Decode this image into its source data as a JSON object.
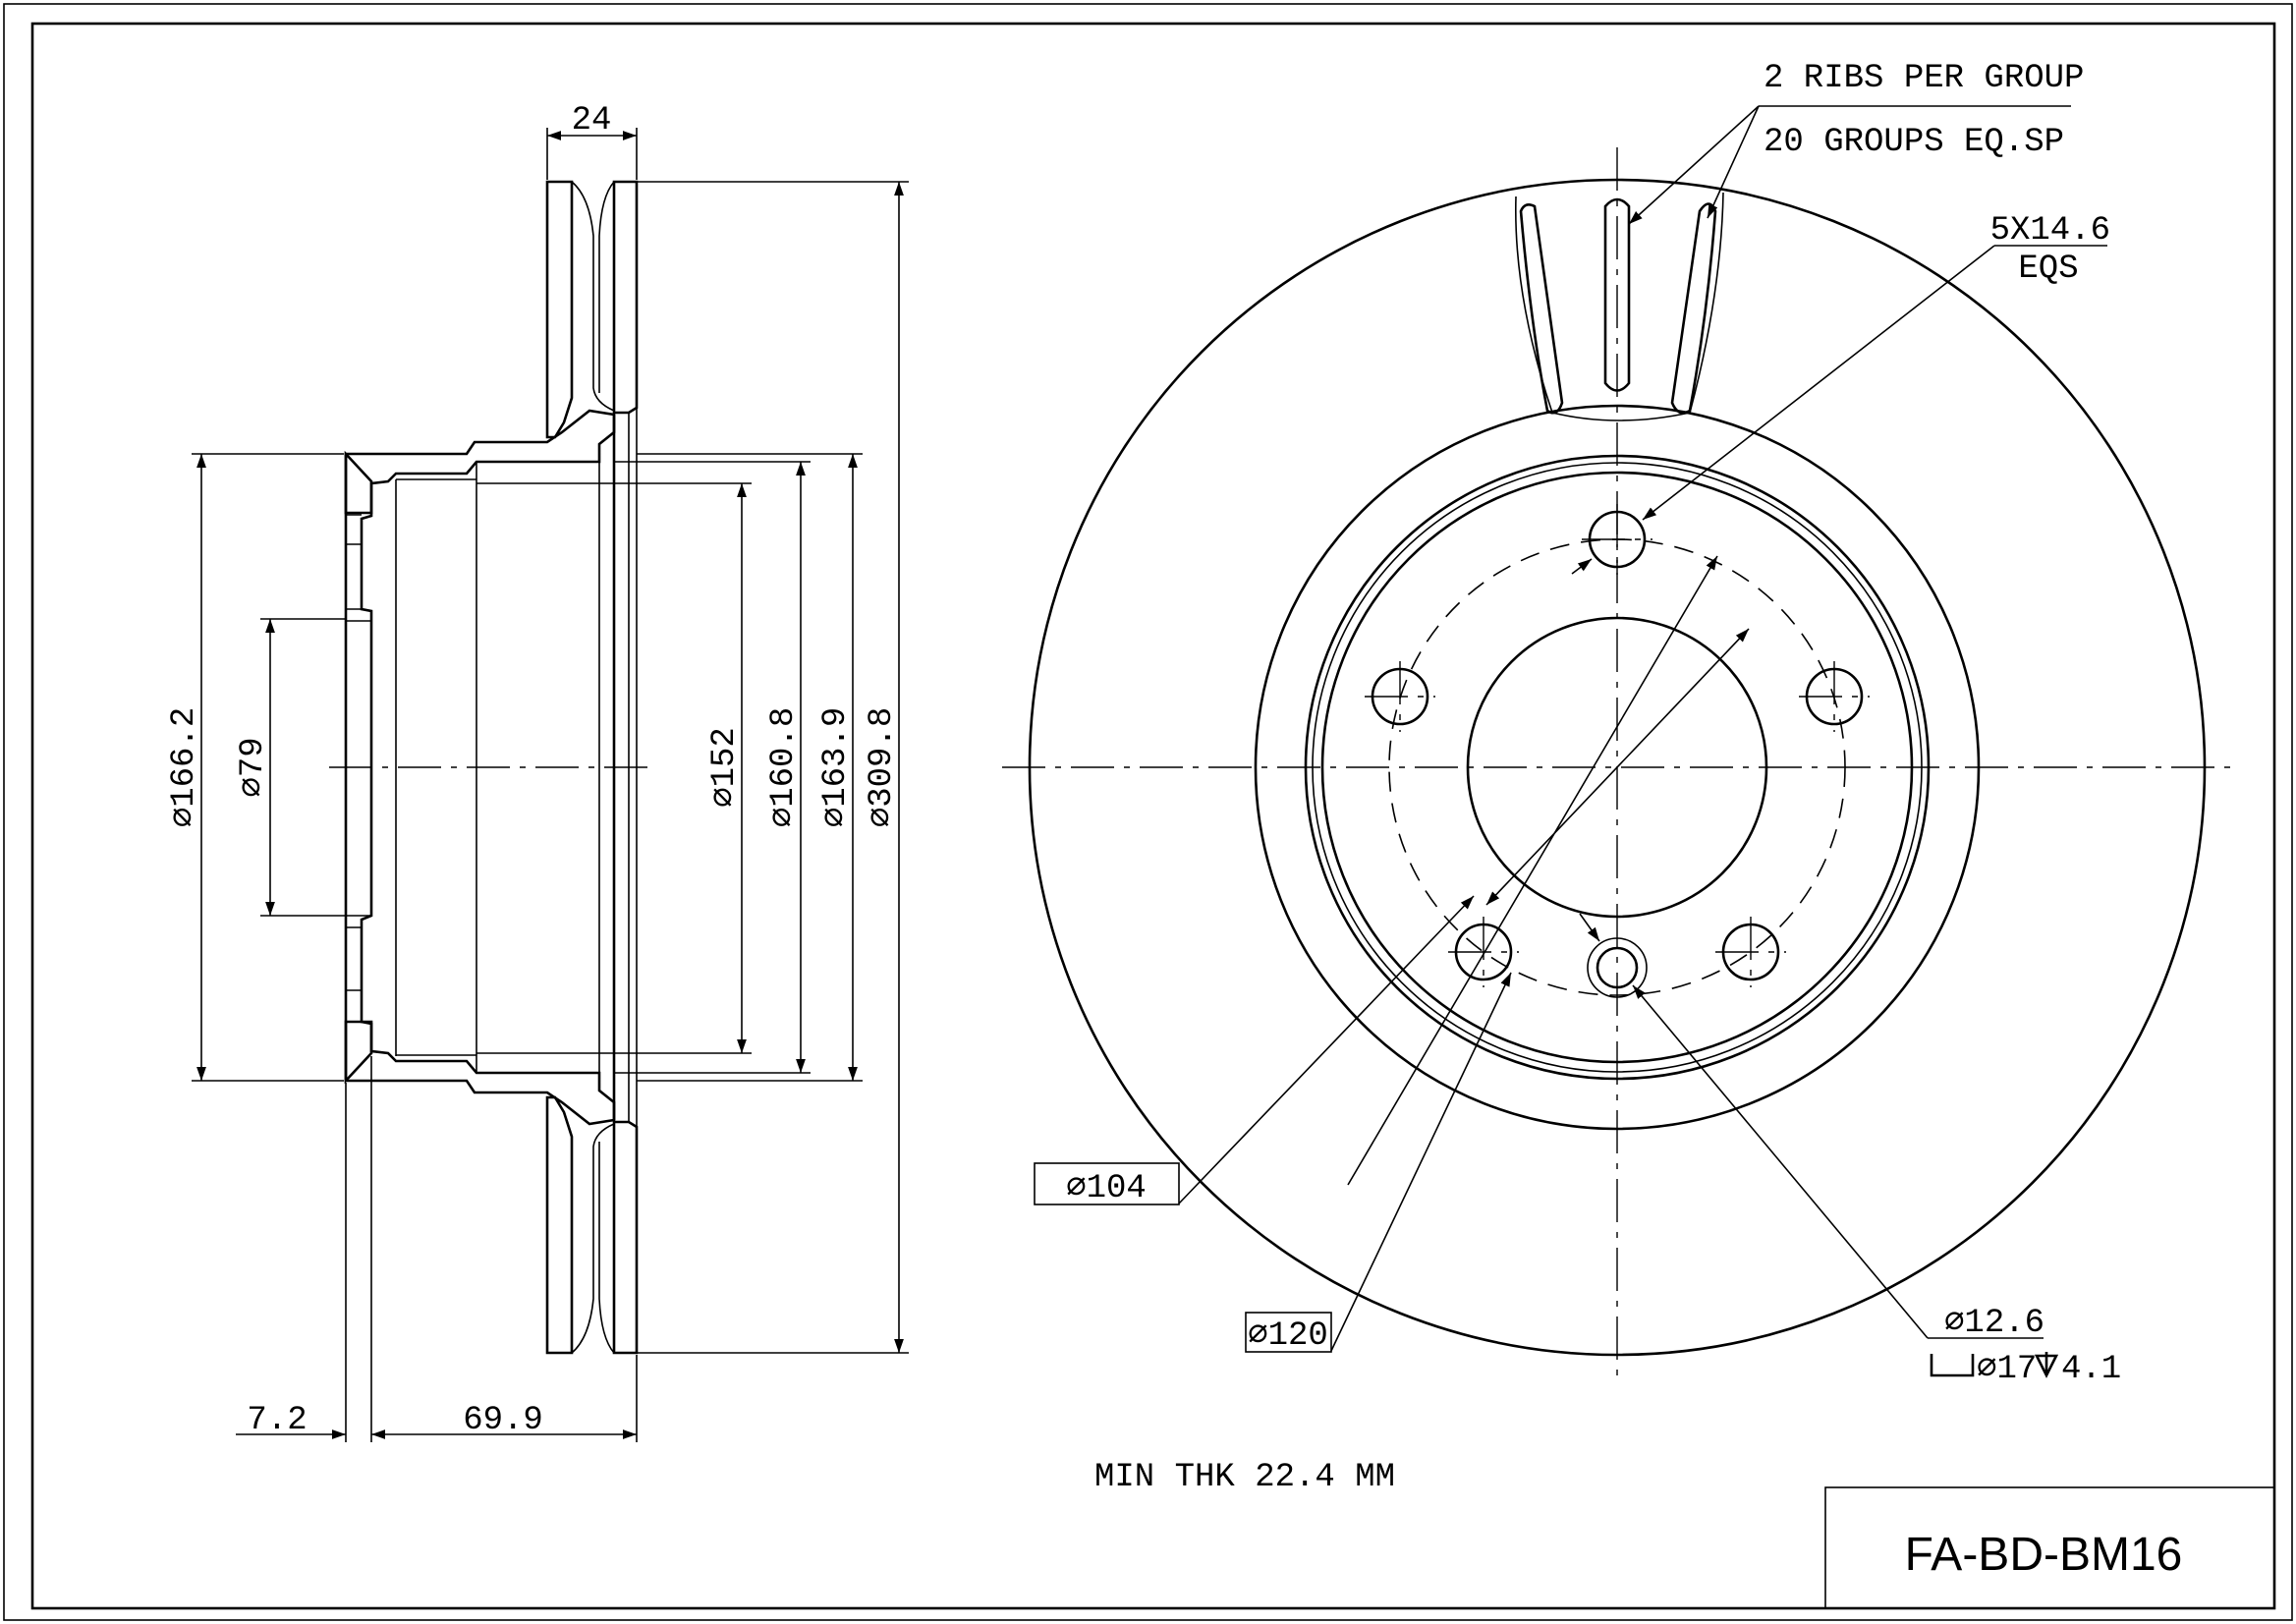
{
  "part_number": "FA-BD-BM16",
  "note": "MIN THK 22.4 MM",
  "side_view": {
    "thickness": "24",
    "diam_hat": "⌀166.2",
    "diam_center_bore": "⌀79",
    "diam_152": "⌀152",
    "diam_160_8": "⌀160.8",
    "diam_163_9": "⌀163.9",
    "diam_outer": "⌀309.8",
    "hat_step": "7.2",
    "offset": "69.9"
  },
  "front_view": {
    "ribs_line1": "2 RIBS PER GROUP",
    "ribs_line2": "20 GROUPS EQ.SP",
    "bolt_count": "5X14.6",
    "bolt_spacing": "EQS",
    "pcd": "⌀104",
    "pcd_outer": "⌀120",
    "bolt_hole": "⌀12.6",
    "counterbore": "⌀17",
    "counterbore_depth": "4.1"
  }
}
